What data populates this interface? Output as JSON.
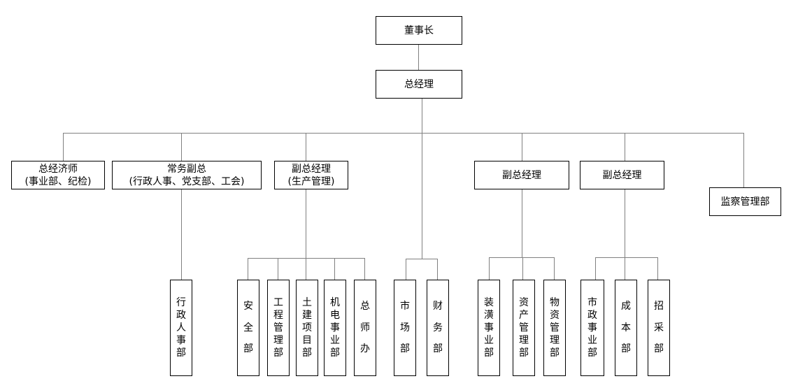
{
  "chairman": "董事长",
  "general_manager": "总经理",
  "level2": {
    "chief_economist": [
      "总经济师",
      "(事业部、纪检)"
    ],
    "exec_vp": [
      "常务副总",
      "(行政人事、党支部、工会)"
    ],
    "vp_production": [
      "副总经理",
      "(生产管理)"
    ],
    "vp_2": "副总经理",
    "vp_3": "副总经理",
    "supervision": "监察管理部"
  },
  "departments": {
    "admin_hr": "行政人事部",
    "safety": "安全部",
    "engineering": "工程管理部",
    "civil": "土建项目部",
    "mep": "机电事业部",
    "chief_engineer_office": "总师办",
    "market": "市场部",
    "finance": "财务部",
    "decoration": "装潢事业部",
    "asset_mgmt": "资产管理部",
    "material_mgmt": "物资管理部",
    "municipal": "市政事业部",
    "cost": "成本部",
    "procurement": "招采部"
  }
}
